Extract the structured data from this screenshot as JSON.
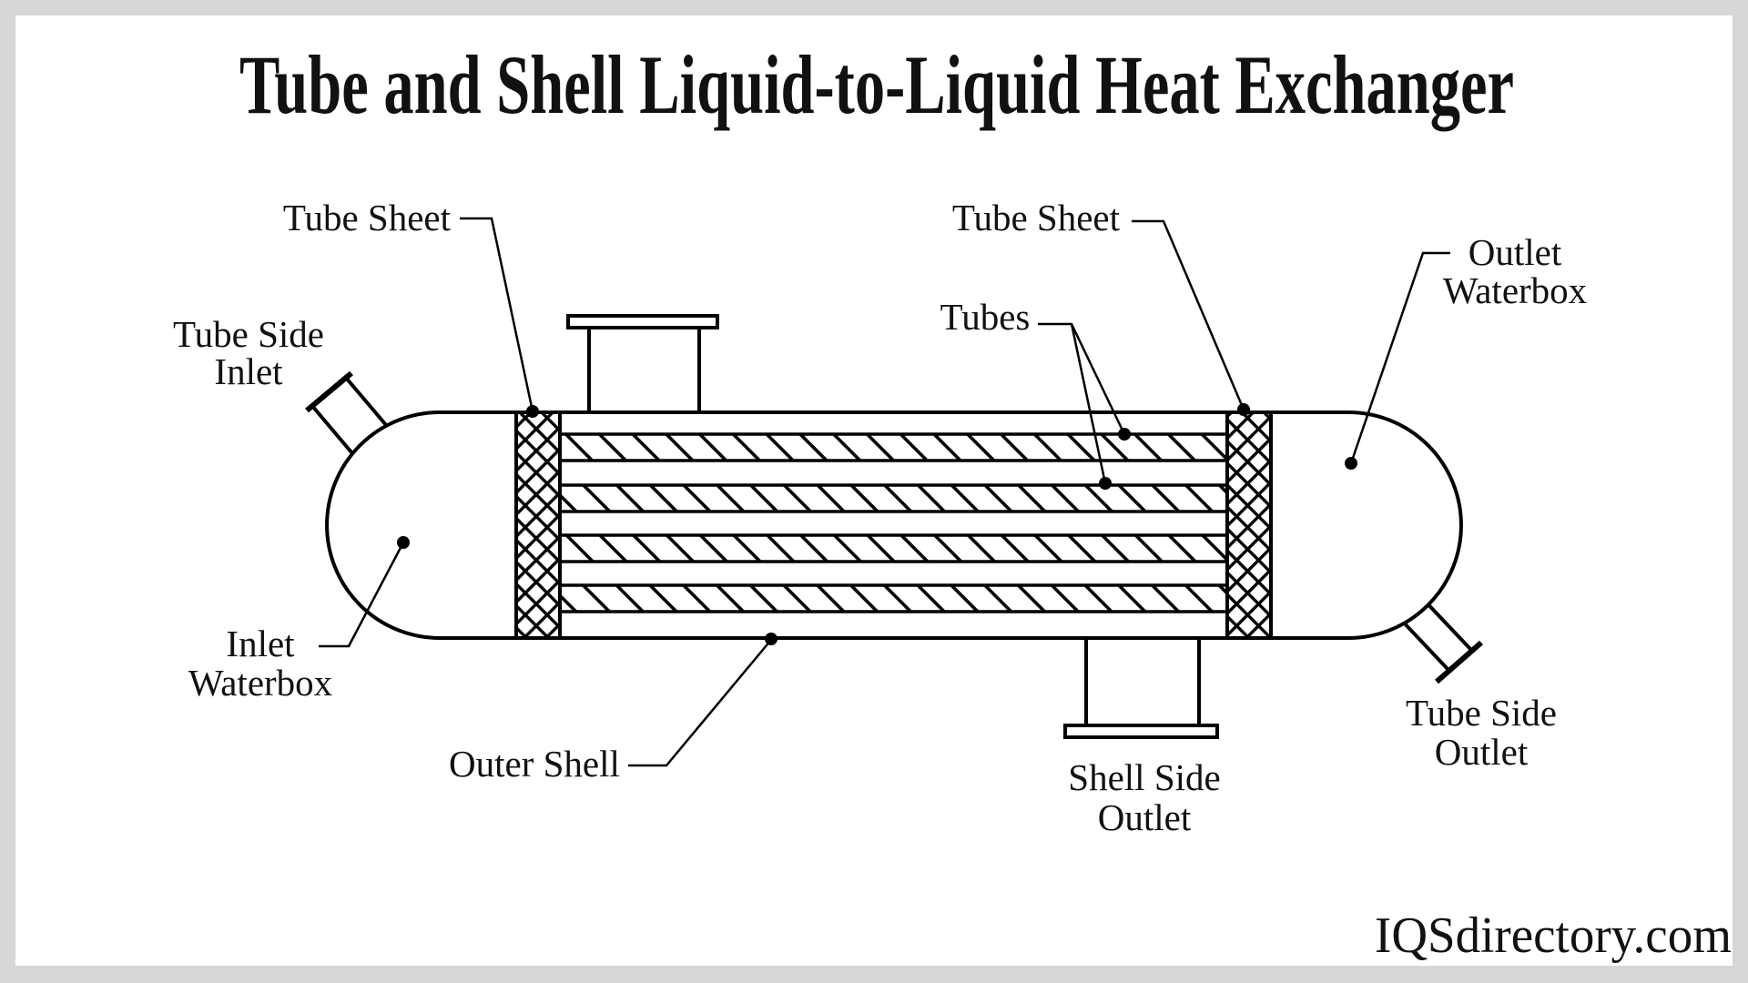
{
  "page": {
    "background": "#d7d7d7",
    "canvas": "#ffffff"
  },
  "colors": {
    "line": "#000000",
    "text": "#111111"
  },
  "title": "Tube and Shell Liquid-to-Liquid Heat Exchanger",
  "watermark": "IQSdirectory.com",
  "labels": {
    "tube_sheet_left": "Tube Sheet",
    "tube_sheet_right": "Tube Sheet",
    "tubes": "Tubes",
    "tube_side_inlet": [
      "Tube Side",
      "Inlet"
    ],
    "inlet_waterbox": [
      "Inlet",
      "Waterbox"
    ],
    "outer_shell": "Outer Shell",
    "outlet_waterbox": [
      "Outlet",
      "Waterbox"
    ],
    "shell_side_outlet": [
      "Shell Side",
      "Outlet"
    ],
    "tube_side_outlet": [
      "Tube Side",
      "Outlet"
    ]
  }
}
